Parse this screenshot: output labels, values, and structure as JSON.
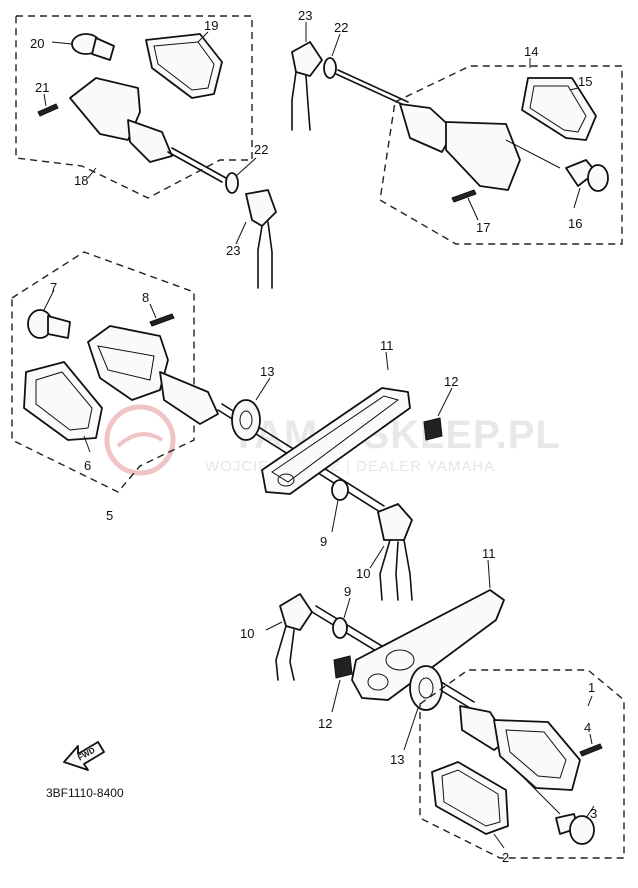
{
  "diagram": {
    "part_number": "3BF1110-8400",
    "fwd_label": "FWD",
    "watermark": {
      "title": "YAMA-SKLEP.PL",
      "subtitle": "WOJCIECH ... CZ | DEALER YAMAHA"
    },
    "callouts": {
      "c1": "1",
      "c2": "2",
      "c3": "3",
      "c4": "4",
      "c5": "5",
      "c6": "6",
      "c7": "7",
      "c8": "8",
      "c9a": "9",
      "c9b": "9",
      "c10a": "10",
      "c10b": "10",
      "c11a": "11",
      "c11b": "11",
      "c12a": "12",
      "c12b": "12",
      "c13a": "13",
      "c13b": "13",
      "c14": "14",
      "c15": "15",
      "c16": "16",
      "c17": "17",
      "c18": "18",
      "c19": "19",
      "c20": "20",
      "c21": "21",
      "c22a": "22",
      "c22b": "22",
      "c23a": "23",
      "c23b": "23"
    },
    "colors": {
      "line": "#111111",
      "watermark": "#e8b8b8"
    }
  }
}
